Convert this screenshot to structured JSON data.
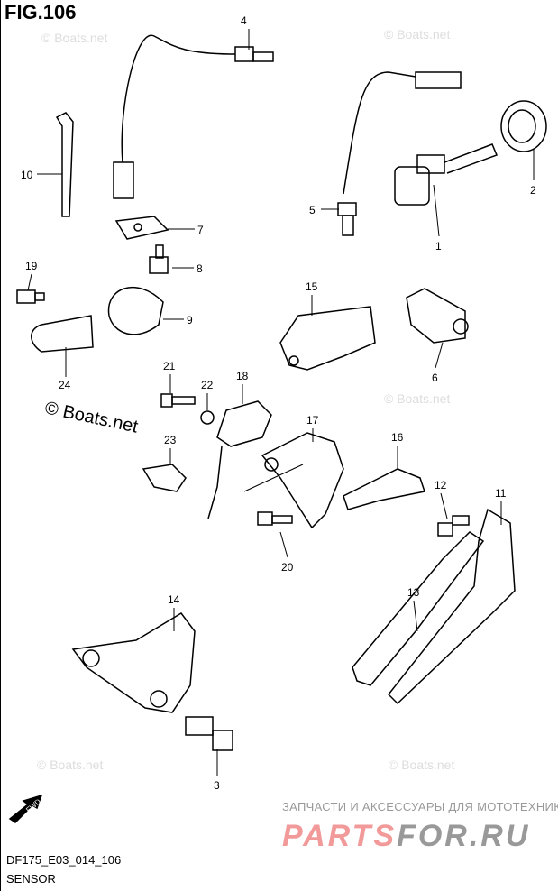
{
  "figure": "FIG.106",
  "diagram_code": "DF175_E03_014_106",
  "section_title": "SENSOR",
  "watermark": "© Boats.net",
  "fwd_label": "FWD",
  "ad": {
    "tagline": "ЗАПЧАСТИ И АКСЕССУАРЫ ДЛЯ МОТОТЕХНИКИ",
    "brand_a": "PARTS",
    "brand_b": "FOR.RU"
  },
  "callouts": [
    "1",
    "2",
    "3",
    "4",
    "5",
    "6",
    "7",
    "8",
    "9",
    "10",
    "11",
    "12",
    "13",
    "14",
    "15",
    "16",
    "17",
    "18",
    "19",
    "20",
    "21",
    "22",
    "23",
    "24"
  ]
}
